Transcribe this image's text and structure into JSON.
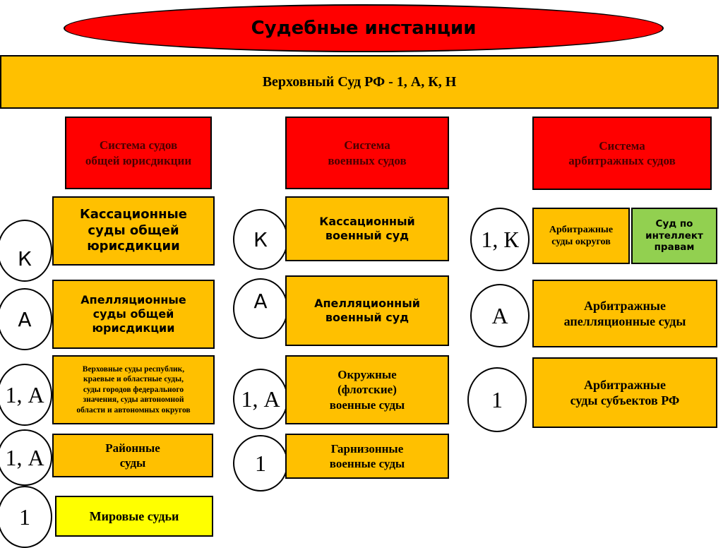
{
  "title": "Судебные инстанции",
  "supreme": "Верховный Суд РФ  - 1, А, К, Н",
  "columns": [
    {
      "header": [
        "Система судов",
        "общей юрисдикции"
      ],
      "rows": [
        {
          "marker": "К",
          "lines": [
            "Кассационные",
            "суды общей",
            "юрисдикции"
          ]
        },
        {
          "marker": "А",
          "lines": [
            "Апелляционные",
            "суды общей",
            "юрисдикции"
          ]
        },
        {
          "marker": "1, А",
          "lines": [
            "Верховные суды республик,",
            "краевые и областные суды,",
            "суды городов федерального",
            "значения, суды автономной",
            "области и автономных округов"
          ]
        },
        {
          "marker": "1, А",
          "lines": [
            "Районные",
            "суды"
          ]
        },
        {
          "marker": "1",
          "lines": [
            "Мировые судьи"
          ]
        }
      ]
    },
    {
      "header": [
        "Система",
        "военных судов"
      ],
      "rows": [
        {
          "marker": "К",
          "lines": [
            "Кассационный",
            "военный суд"
          ]
        },
        {
          "marker": "А",
          "lines": [
            "Апелляционный",
            "военный суд"
          ]
        },
        {
          "marker": "1, А",
          "lines": [
            "Окружные",
            "(флотские)",
            "военные суды"
          ]
        },
        {
          "marker": "1",
          "lines": [
            "Гарнизонные",
            "военные суды"
          ]
        }
      ]
    },
    {
      "header": [
        "Система",
        "арбитражных судов"
      ],
      "rows": [
        {
          "marker": "1, К",
          "lines": [
            "Арбитражные",
            "суды округов"
          ],
          "extra": [
            "Суд по",
            "интеллект",
            "правам"
          ]
        },
        {
          "marker": "А",
          "lines": [
            "Арбитражные",
            "апелляционные суды"
          ]
        },
        {
          "marker": "1",
          "lines": [
            "Арбитражные",
            "суды субъектов РФ"
          ]
        }
      ]
    }
  ],
  "colors": {
    "title_fill": "#ff0000",
    "band_fill": "#ffc000",
    "header_fill": "#ff0000",
    "court_fill": "#ffc000",
    "ip_court_fill": "#92d050",
    "magistrate_fill": "#ffff00"
  }
}
